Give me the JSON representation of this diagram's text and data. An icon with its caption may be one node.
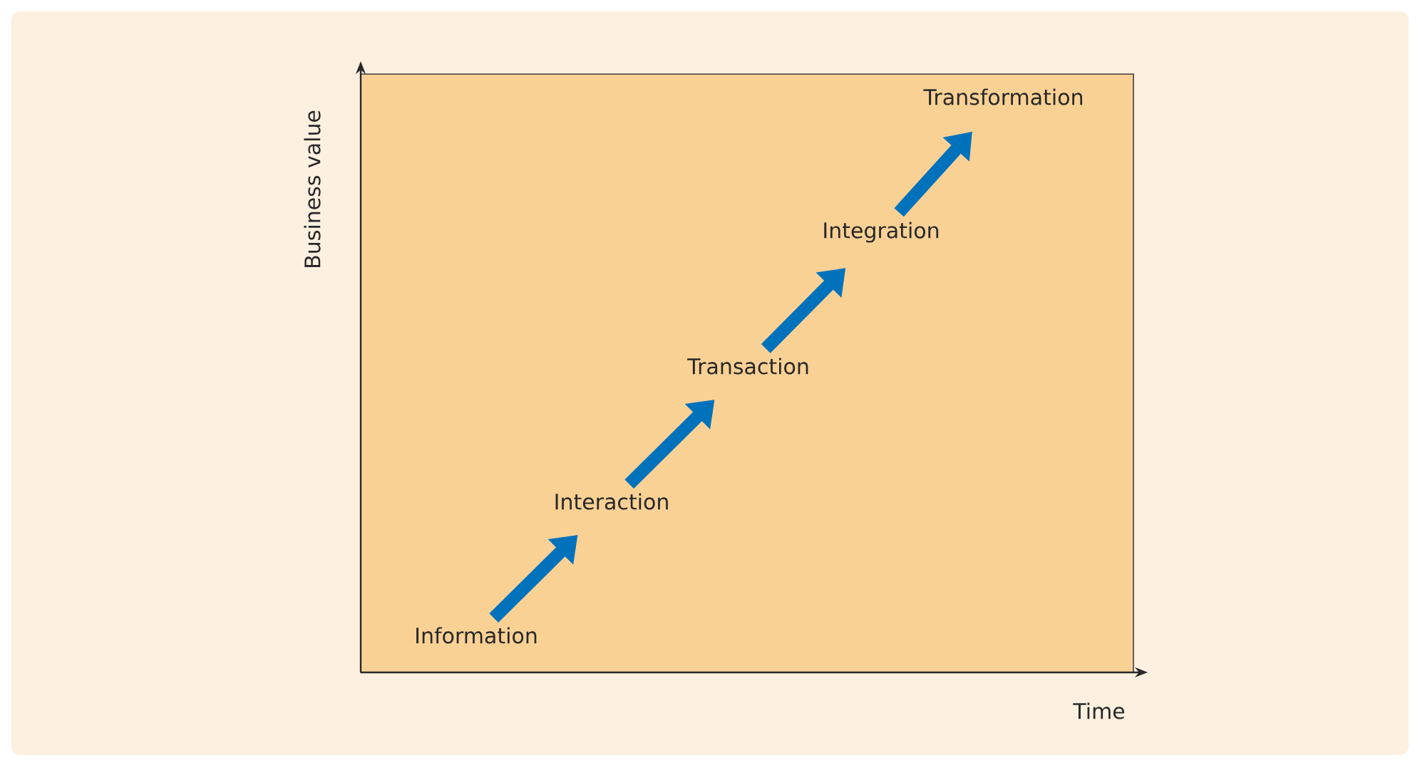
{
  "diagram": {
    "nodes": [
      {
        "text": [
          "Information"
        ]
      },
      {
        "text": [
          "Interaction"
        ]
      },
      {
        "text": [
          "Transaction"
        ]
      },
      {
        "text": [
          "Integration"
        ]
      },
      {
        "text": [
          "Transformation"
        ]
      }
    ],
    "edges": [
      {
        "from": 0,
        "to": 1,
        "arrow": "to"
      },
      {
        "from": 1,
        "to": 2,
        "arrow": "to"
      },
      {
        "from": 2,
        "to": 3,
        "arrow": "to"
      },
      {
        "from": 3,
        "to": 4,
        "arrow": "to"
      }
    ],
    "labels": [
      "Business value",
      "Time"
    ]
  }
}
